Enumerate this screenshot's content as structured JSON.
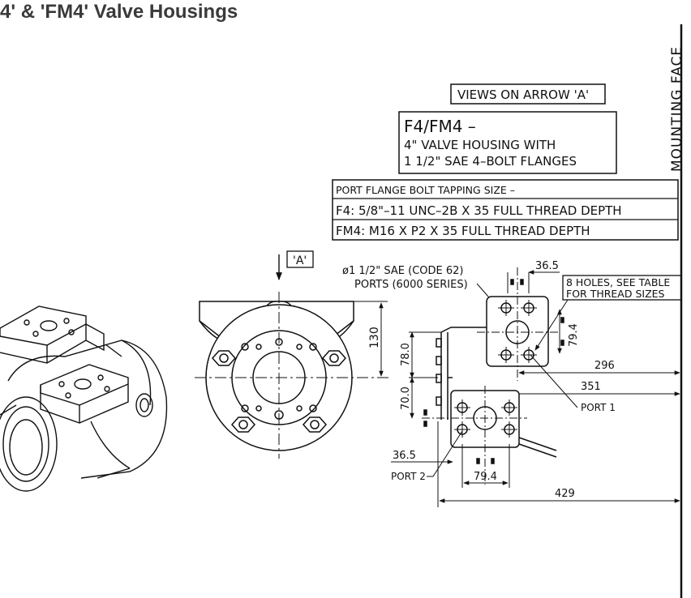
{
  "title": "4' & 'FM4' Valve Housings",
  "mounting_face": "MOUNTING FACE",
  "views_label": "VIEWS ON ARROW 'A'",
  "housing_box": {
    "line1": "F4/FM4 –",
    "line2": "4\" VALVE HOUSING WITH",
    "line3": "1 1/2\" SAE 4–BOLT FLANGES"
  },
  "tapping_table": {
    "header": "PORT FLANGE BOLT TAPPING SIZE –",
    "rows": [
      "F4: 5/8\"–11 UNC–2B X 35 FULL THREAD DEPTH",
      "FM4: M16 X P2 X 35 FULL THREAD DEPTH"
    ]
  },
  "arrow_label": "'A'",
  "ports_note": {
    "line1": "ø1 1/2\" SAE (CODE 62)",
    "line2": "PORTS (6000 SERIES)"
  },
  "holes_note": {
    "line1": "8 HOLES, SEE TABLE",
    "line2": "FOR THREAD SIZES"
  },
  "dimensions": {
    "d130": "130",
    "d365_top": "36.5",
    "d794_right": "79.4",
    "d296": "296",
    "d351": "351",
    "d780": "78.0",
    "d700": "70.0",
    "d365_bottom": "36.5",
    "d794_bottom": "79.4",
    "d429": "429"
  },
  "port1": "PORT 1",
  "port2": "PORT 2"
}
